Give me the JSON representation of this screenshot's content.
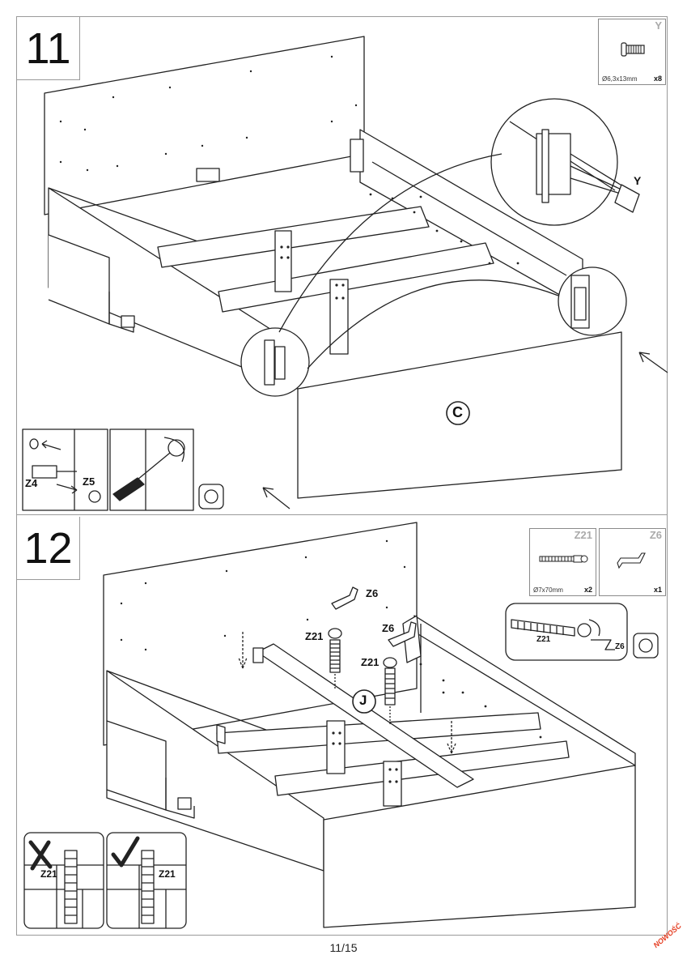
{
  "steps": [
    {
      "number": "11",
      "part": {
        "code": "Y",
        "spec": "Ø6,3x13mm",
        "qty": "x8"
      },
      "labels": {
        "callout_screw": "Y",
        "panel_letter": "C",
        "inset_z4": "Z4",
        "inset_z5": "Z5"
      }
    },
    {
      "number": "12",
      "parts": [
        {
          "code": "Z21",
          "spec": "Ø7x70mm",
          "qty": "x2"
        },
        {
          "code": "Z6",
          "spec": "",
          "qty": "x1"
        }
      ],
      "labels": {
        "z6_top": "Z6",
        "z21_left": "Z21",
        "z6_right": "Z6",
        "z21_right": "Z21",
        "beam_letter": "J",
        "detail_z21": "Z21",
        "detail_z6": "Z6",
        "wrong_z21": "Z21",
        "right_z21": "Z21"
      }
    }
  ],
  "footer": {
    "page": "11/15"
  },
  "badge": {
    "text": "NOWOŚĆ"
  },
  "colors": {
    "line": "#222222",
    "frame": "#9a9a9a",
    "badge": "#e53a1e"
  }
}
